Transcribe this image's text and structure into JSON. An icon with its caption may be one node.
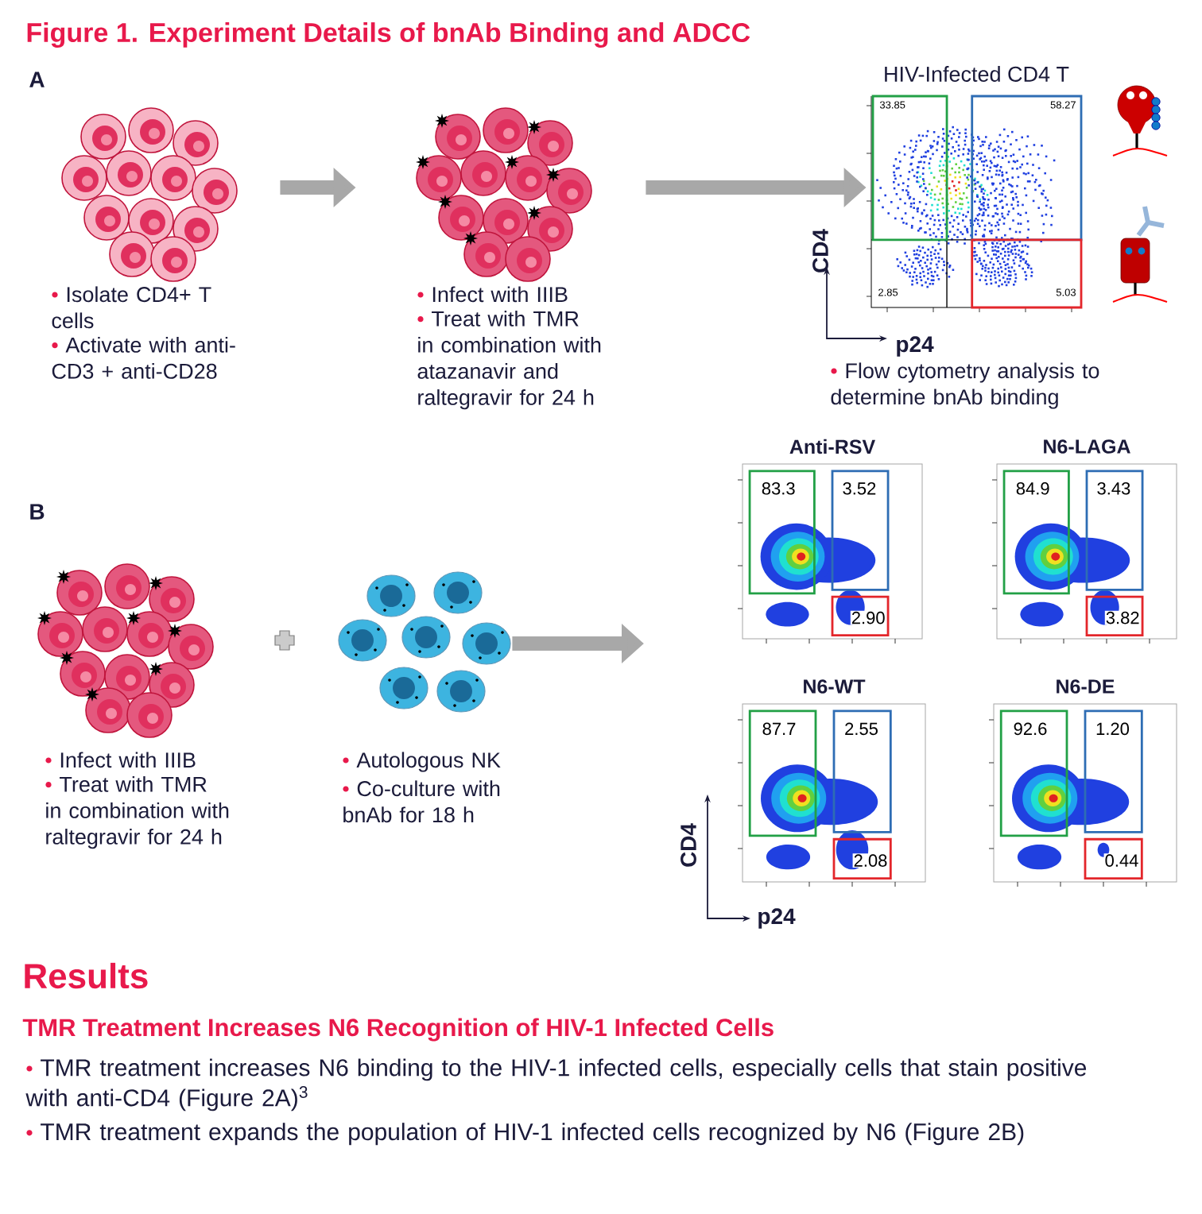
{
  "diagram": {
    "title": "Figure 1. Experiment Details of bnAb Binding and ADCC",
    "nodes": [
      {
        "text": [],
        "shape": "picture",
        "beside": [
          "Isolate CD4+ T cells",
          "Activate with anti-CD3 + anti-CD28"
        ]
      },
      {
        "text": [],
        "shape": "picture",
        "beside": [
          "Infect with IIIB",
          "Treat with TMR in combination with atazanavir and raltegravir for 24 h"
        ]
      },
      {
        "text": [
          "HIV-Infected CD4 T"
        ],
        "beside": [
          "Flow cytometry analysis to determine bnAb binding"
        ]
      },
      {
        "text": [],
        "shape": "picture",
        "beside": [
          "Infect with IIIB",
          "Treat with TMR in combination with raltegravir for 24 h"
        ]
      },
      {
        "text": [],
        "shape": "picture",
        "beside": [
          "Autologous NK",
          "Co-culture with bnAb for 18 h"
        ]
      },
      {
        "text": [
          "Anti-RSV"
        ]
      },
      {
        "text": [
          "N6-LAGA"
        ]
      },
      {
        "text": [
          "N6-WT"
        ]
      },
      {
        "text": [
          "N6-DE"
        ]
      }
    ],
    "edges": [
      {
        "from": 0,
        "to": 1,
        "arrow": "to"
      },
      {
        "from": 1,
        "to": 2,
        "arrow": "to"
      },
      {
        "from": 4,
        "to": null,
        "arrow": "to"
      }
    ],
    "labels": [
      "A",
      "B",
      "33.85",
      "58.27",
      "2.85",
      "5.03",
      "CD4",
      "p24",
      "83.3",
      "3.52",
      "2.90",
      "84.9",
      "3.43",
      "3.82",
      "87.7",
      "2.55",
      "2.08",
      "92.6",
      "1.20",
      "0.44",
      "CD4",
      "p24",
      "Results",
      "TMR Treatment Increases N6 Recognition of HIV-1 Infected Cells",
      "TMR treatment increases N6 binding to the HIV-1 infected cells, especially cells that stain positive with anti-CD4 (Figure 2A)$^{3}$",
      "TMR treatment expands the population of HIV-1 infected cells recognized by N6 (Figure 2B)"
    ]
  }
}
